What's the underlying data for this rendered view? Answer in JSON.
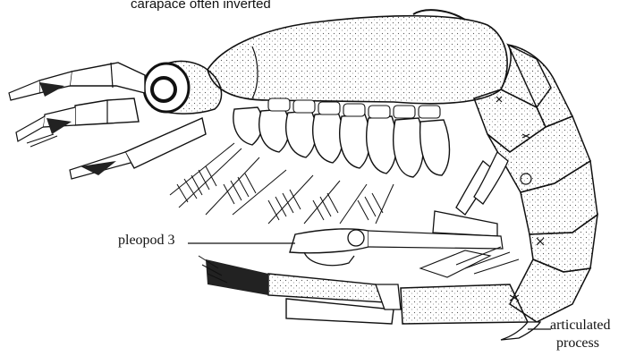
{
  "labels": {
    "carapace": "carapace often inverted",
    "pleopod": "pleopod 3",
    "articulated_line1": "articulated",
    "articulated_line2": "process"
  },
  "colors": {
    "ink": "#111111",
    "paper": "#ffffff",
    "stipple": "#555555"
  }
}
